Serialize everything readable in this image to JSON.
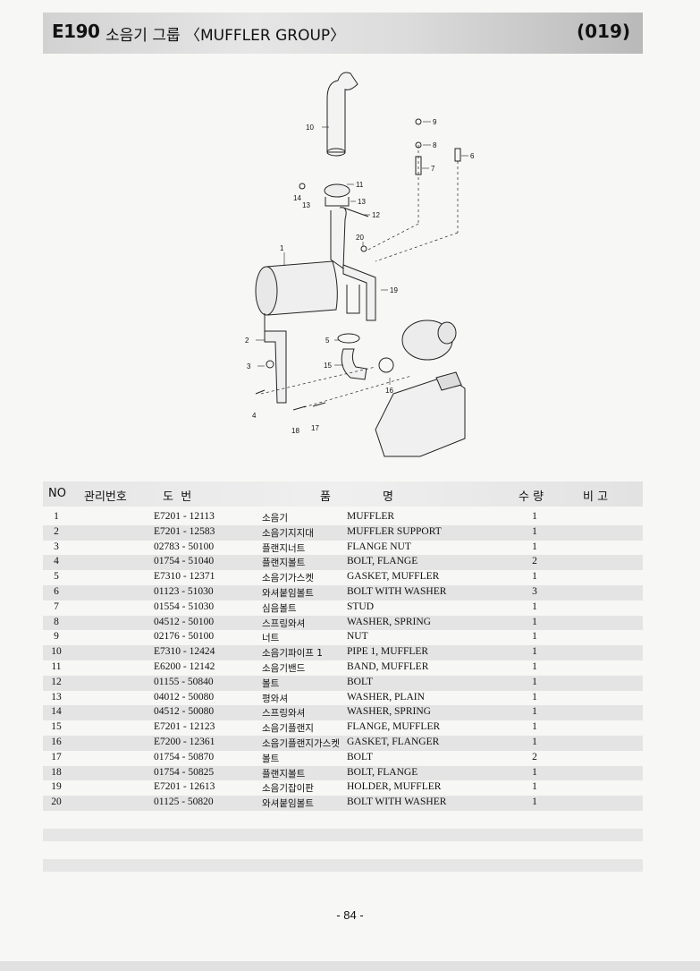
{
  "header": {
    "code": "E190",
    "title": "소음기 그룹 〈MUFFLER GROUP〉",
    "page_code": "(019)"
  },
  "diagram": {
    "callouts": [
      "1",
      "2",
      "3",
      "4",
      "5",
      "6",
      "7",
      "8",
      "9",
      "10",
      "11",
      "12",
      "13",
      "13",
      "14",
      "15",
      "16",
      "17",
      "18",
      "19",
      "20"
    ]
  },
  "table": {
    "headers": {
      "no": "NO",
      "mgmt": "관리번호",
      "drawing": "도  번",
      "name_kr": "품",
      "name_en": "명",
      "qty": "수 량",
      "remarks": "비 고"
    },
    "rows": [
      {
        "no": "1",
        "part": "E7201 - 12113",
        "kr": "소음기",
        "en": "MUFFLER",
        "qty": "1"
      },
      {
        "no": "2",
        "part": "E7201 - 12583",
        "kr": "소음기지지대",
        "en": "MUFFLER SUPPORT",
        "qty": "1"
      },
      {
        "no": "3",
        "part": "02783 - 50100",
        "kr": "플랜지너트",
        "en": "FLANGE NUT",
        "qty": "1"
      },
      {
        "no": "4",
        "part": "01754 - 51040",
        "kr": "플랜지볼트",
        "en": "BOLT, FLANGE",
        "qty": "2"
      },
      {
        "no": "5",
        "part": "E7310 - 12371",
        "kr": "소음기가스켓",
        "en": "GASKET, MUFFLER",
        "qty": "1"
      },
      {
        "no": "6",
        "part": "01123 - 51030",
        "kr": "와셔붙임볼트",
        "en": "BOLT WITH WASHER",
        "qty": "3"
      },
      {
        "no": "7",
        "part": "01554 - 51030",
        "kr": "심음볼트",
        "en": "STUD",
        "qty": "1"
      },
      {
        "no": "8",
        "part": "04512 - 50100",
        "kr": "스프링와셔",
        "en": "WASHER, SPRING",
        "qty": "1"
      },
      {
        "no": "9",
        "part": "02176 - 50100",
        "kr": "너트",
        "en": "NUT",
        "qty": "1"
      },
      {
        "no": "10",
        "part": "E7310 - 12424",
        "kr": "소음기파이프 1",
        "en": "PIPE 1, MUFFLER",
        "qty": "1"
      },
      {
        "no": "11",
        "part": "E6200 - 12142",
        "kr": "소음기밴드",
        "en": "BAND, MUFFLER",
        "qty": "1"
      },
      {
        "no": "12",
        "part": "01155 - 50840",
        "kr": "볼트",
        "en": "BOLT",
        "qty": "1"
      },
      {
        "no": "13",
        "part": "04012 - 50080",
        "kr": "평와셔",
        "en": "WASHER, PLAIN",
        "qty": "1"
      },
      {
        "no": "14",
        "part": "04512 - 50080",
        "kr": "스프링와셔",
        "en": "WASHER, SPRING",
        "qty": "1"
      },
      {
        "no": "15",
        "part": "E7201 - 12123",
        "kr": "소음기플랜지",
        "en": "FLANGE, MUFFLER",
        "qty": "1"
      },
      {
        "no": "16",
        "part": "E7200 - 12361",
        "kr": "소음기플랜지가스켓",
        "en": "GASKET, FLANGER",
        "qty": "1"
      },
      {
        "no": "17",
        "part": "01754 - 50870",
        "kr": "볼트",
        "en": "BOLT",
        "qty": "2"
      },
      {
        "no": "18",
        "part": "01754 - 50825",
        "kr": "플랜지볼트",
        "en": "BOLT, FLANGE",
        "qty": "1"
      },
      {
        "no": "19",
        "part": "E7201 - 12613",
        "kr": "소음기잡이판",
        "en": "HOLDER, MUFFLER",
        "qty": "1"
      },
      {
        "no": "20",
        "part": "01125 - 50820",
        "kr": "와셔붙임볼트",
        "en": "BOLT WITH WASHER",
        "qty": "1"
      }
    ]
  },
  "footer": {
    "page_number": "- 84 -"
  }
}
